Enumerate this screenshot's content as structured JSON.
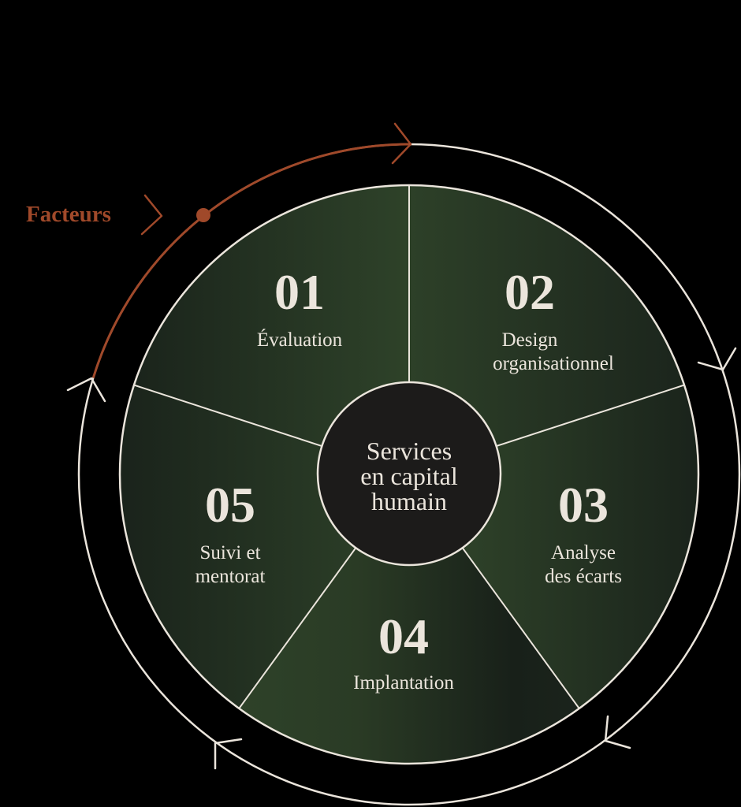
{
  "diagram": {
    "type": "cycle",
    "center": {
      "lines": [
        "Services",
        "en capital",
        "humain"
      ]
    },
    "factor": {
      "label": "Facteurs"
    },
    "steps": [
      {
        "number": "01",
        "lines": [
          "Évaluation"
        ]
      },
      {
        "number": "02",
        "lines": [
          "Design",
          "organisationnel"
        ]
      },
      {
        "number": "03",
        "lines": [
          "Analyse",
          "des écarts"
        ]
      },
      {
        "number": "04",
        "lines": [
          "Implantation"
        ]
      },
      {
        "number": "05",
        "lines": [
          "Suivi et",
          "mentorat"
        ]
      }
    ],
    "colors": {
      "background": "#000000",
      "cream": "#ebe5dc",
      "rust": "#a0492a",
      "green_dark": "#1a231b",
      "green_light": "#2e4229",
      "center_fill": "#1c1b1a"
    },
    "icons": {
      "cycle_arrows": "chevron-arrow-icon",
      "factor_pointer": "chevron-right-icon",
      "factor_dot": "dot-icon"
    }
  }
}
